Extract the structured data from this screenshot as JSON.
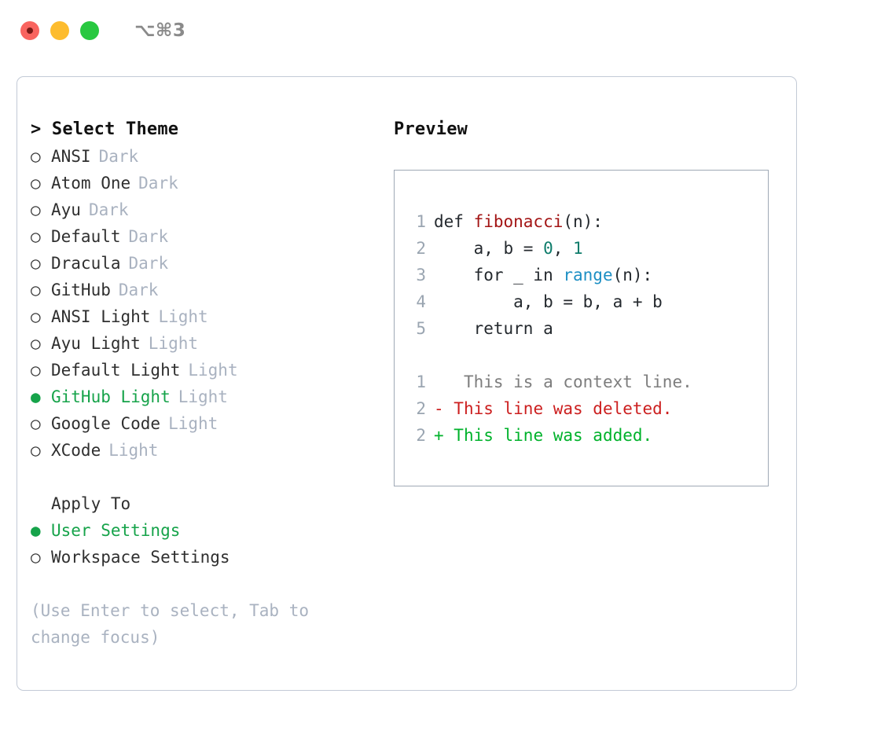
{
  "titlebar": {
    "shortcut": "⌥⌘3",
    "buttons": [
      {
        "name": "close",
        "color": "#f9645f"
      },
      {
        "name": "minimize",
        "color": "#fdbc2e"
      },
      {
        "name": "maximize",
        "color": "#28c840"
      }
    ]
  },
  "theme_picker": {
    "heading": "> Select Theme",
    "heading_marker": ">",
    "heading_text": "Select Theme",
    "bullet_unselected": "○",
    "bullet_selected": "●",
    "items": [
      {
        "label": "ANSI",
        "tag": "Dark",
        "selected": false
      },
      {
        "label": "Atom One",
        "tag": "Dark",
        "selected": false
      },
      {
        "label": "Ayu",
        "tag": "Dark",
        "selected": false
      },
      {
        "label": "Default",
        "tag": "Dark",
        "selected": false
      },
      {
        "label": "Dracula",
        "tag": "Dark",
        "selected": false
      },
      {
        "label": "GitHub",
        "tag": "Dark",
        "selected": false
      },
      {
        "label": "ANSI Light",
        "tag": "Light",
        "selected": false
      },
      {
        "label": "Ayu Light",
        "tag": "Light",
        "selected": false
      },
      {
        "label": "Default Light",
        "tag": "Light",
        "selected": false
      },
      {
        "label": "GitHub Light",
        "tag": "Light",
        "selected": true
      },
      {
        "label": "Google Code",
        "tag": "Light",
        "selected": false
      },
      {
        "label": "XCode",
        "tag": "Light",
        "selected": false
      }
    ]
  },
  "apply_to": {
    "heading": "Apply To",
    "options": [
      {
        "label": "User Settings",
        "selected": true
      },
      {
        "label": "Workspace Settings",
        "selected": false
      }
    ]
  },
  "hint": "(Use Enter to select, Tab to change focus)",
  "preview": {
    "title": "Preview",
    "code_lines": [
      {
        "num": "1",
        "segments": [
          {
            "text": "def ",
            "kind": "plain"
          },
          {
            "text": "fibonacci",
            "kind": "fn"
          },
          {
            "text": "(n):",
            "kind": "plain"
          }
        ]
      },
      {
        "num": "2",
        "segments": [
          {
            "text": "    a, b = ",
            "kind": "plain"
          },
          {
            "text": "0",
            "kind": "num"
          },
          {
            "text": ", ",
            "kind": "plain"
          },
          {
            "text": "1",
            "kind": "num"
          }
        ]
      },
      {
        "num": "3",
        "segments": [
          {
            "text": "    for _ in ",
            "kind": "plain"
          },
          {
            "text": "range",
            "kind": "call"
          },
          {
            "text": "(n):",
            "kind": "plain"
          }
        ]
      },
      {
        "num": "4",
        "segments": [
          {
            "text": "        a, b = b, a + b",
            "kind": "plain"
          }
        ]
      },
      {
        "num": "5",
        "segments": [
          {
            "text": "    return a",
            "kind": "plain"
          }
        ]
      }
    ],
    "diff_lines": [
      {
        "num": "1",
        "marker": " ",
        "text": "  This is a context line.",
        "kind": "context"
      },
      {
        "num": "2",
        "marker": "-",
        "text": " This line was deleted.",
        "kind": "deleted"
      },
      {
        "num": "2",
        "marker": "+",
        "text": " This line was added.",
        "kind": "added"
      }
    ]
  },
  "colors": {
    "accent_green": "#16a34a",
    "diff_add": "#00b22b",
    "diff_del": "#cc1f1f",
    "diff_context": "#7d7d7d",
    "muted": "#a9b2c0",
    "line_number": "#9aa5b1",
    "border": "#c3cad6",
    "preview_border": "#9fa8b5",
    "token_function": "#a31515",
    "token_number": "#0e7c6b",
    "token_call": "#1d8fc4"
  }
}
